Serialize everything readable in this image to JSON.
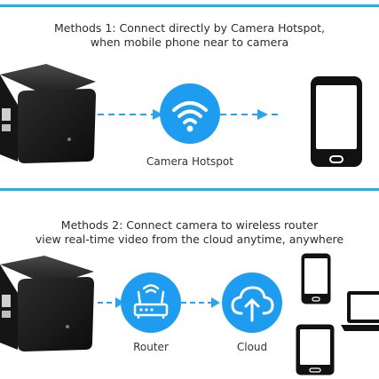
{
  "method1": {
    "title_line1": "Methods 1: Connect directly by Camera Hotspot,",
    "title_line2": "when mobile phone near to camera",
    "hotspot_label": "Camera Hotspot"
  },
  "method2": {
    "title_line1": "Methods 2: Connect camera to wireless router",
    "title_line2": "view real-time video from the cloud anytime, anywhere",
    "router_label": "Router",
    "cloud_label": "Cloud"
  },
  "colors": {
    "accent": "#19b4ee",
    "icon_circle": "#1e9cf0",
    "arrow": "#2ba3ea",
    "device": "#111111"
  }
}
